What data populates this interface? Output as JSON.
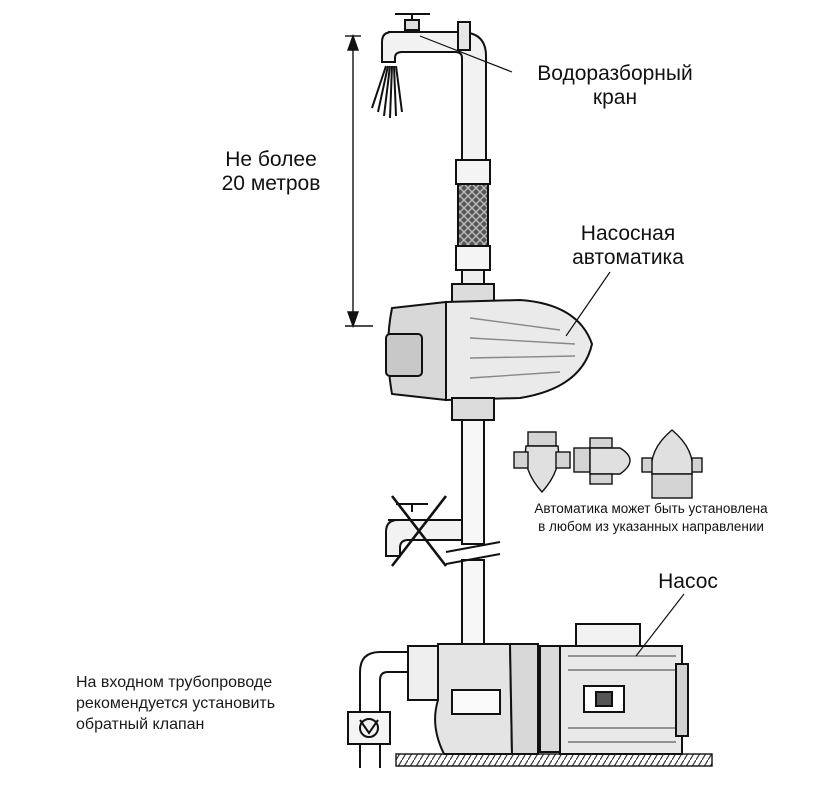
{
  "labels": {
    "faucet": [
      "Водоразборный",
      "кран"
    ],
    "height": [
      "Не более",
      "20 метров"
    ],
    "automatics": [
      "Насосная",
      "автоматика"
    ],
    "orientation": [
      "Автоматика может быть установлена",
      "в любом из указанных направлении"
    ],
    "pump": "Насос",
    "inlet": [
      "На входном трубопроводе",
      "рекомендуется установить",
      "обратный клапан"
    ]
  }
}
